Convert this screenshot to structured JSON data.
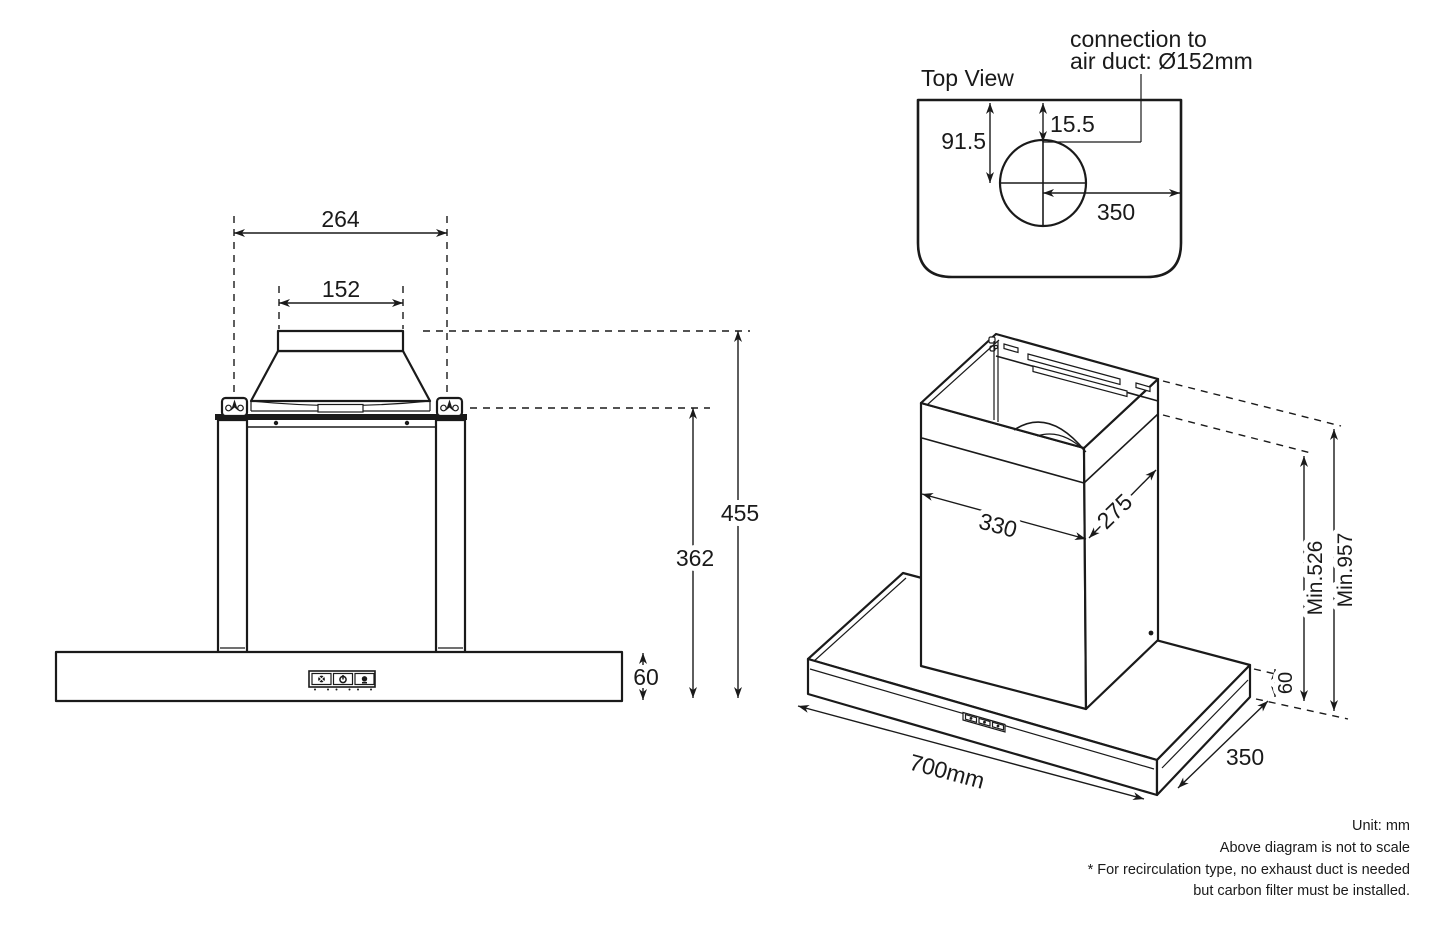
{
  "front_view": {
    "labels": {
      "bracket_width": "264",
      "duct_width": "152",
      "height_total": "455",
      "height_body": "362",
      "base_height": "60"
    }
  },
  "top_view": {
    "title": "Top View",
    "duct_callout": [
      "connection to",
      "air duct: Ø152mm"
    ],
    "labels": {
      "center_from_back": "91.5",
      "duct_edge_from_back": "15.5",
      "center_from_right": "350"
    }
  },
  "iso_view": {
    "labels": {
      "chimney_width": "330",
      "chimney_depth": "275",
      "hood_width": "700mm",
      "hood_depth": "350",
      "base_height": "60",
      "min_clearance_body": "Min.526",
      "min_clearance_total": "Min.957"
    }
  },
  "footnotes": {
    "unit": "Unit: mm",
    "scale_note": "Above diagram is not to scale",
    "recirc_note_1": "* For recirculation type, no exhaust duct is needed",
    "recirc_note_2": "but carbon filter must be installed."
  },
  "colors": {
    "line": "#1a1a1a",
    "background": "#ffffff"
  }
}
